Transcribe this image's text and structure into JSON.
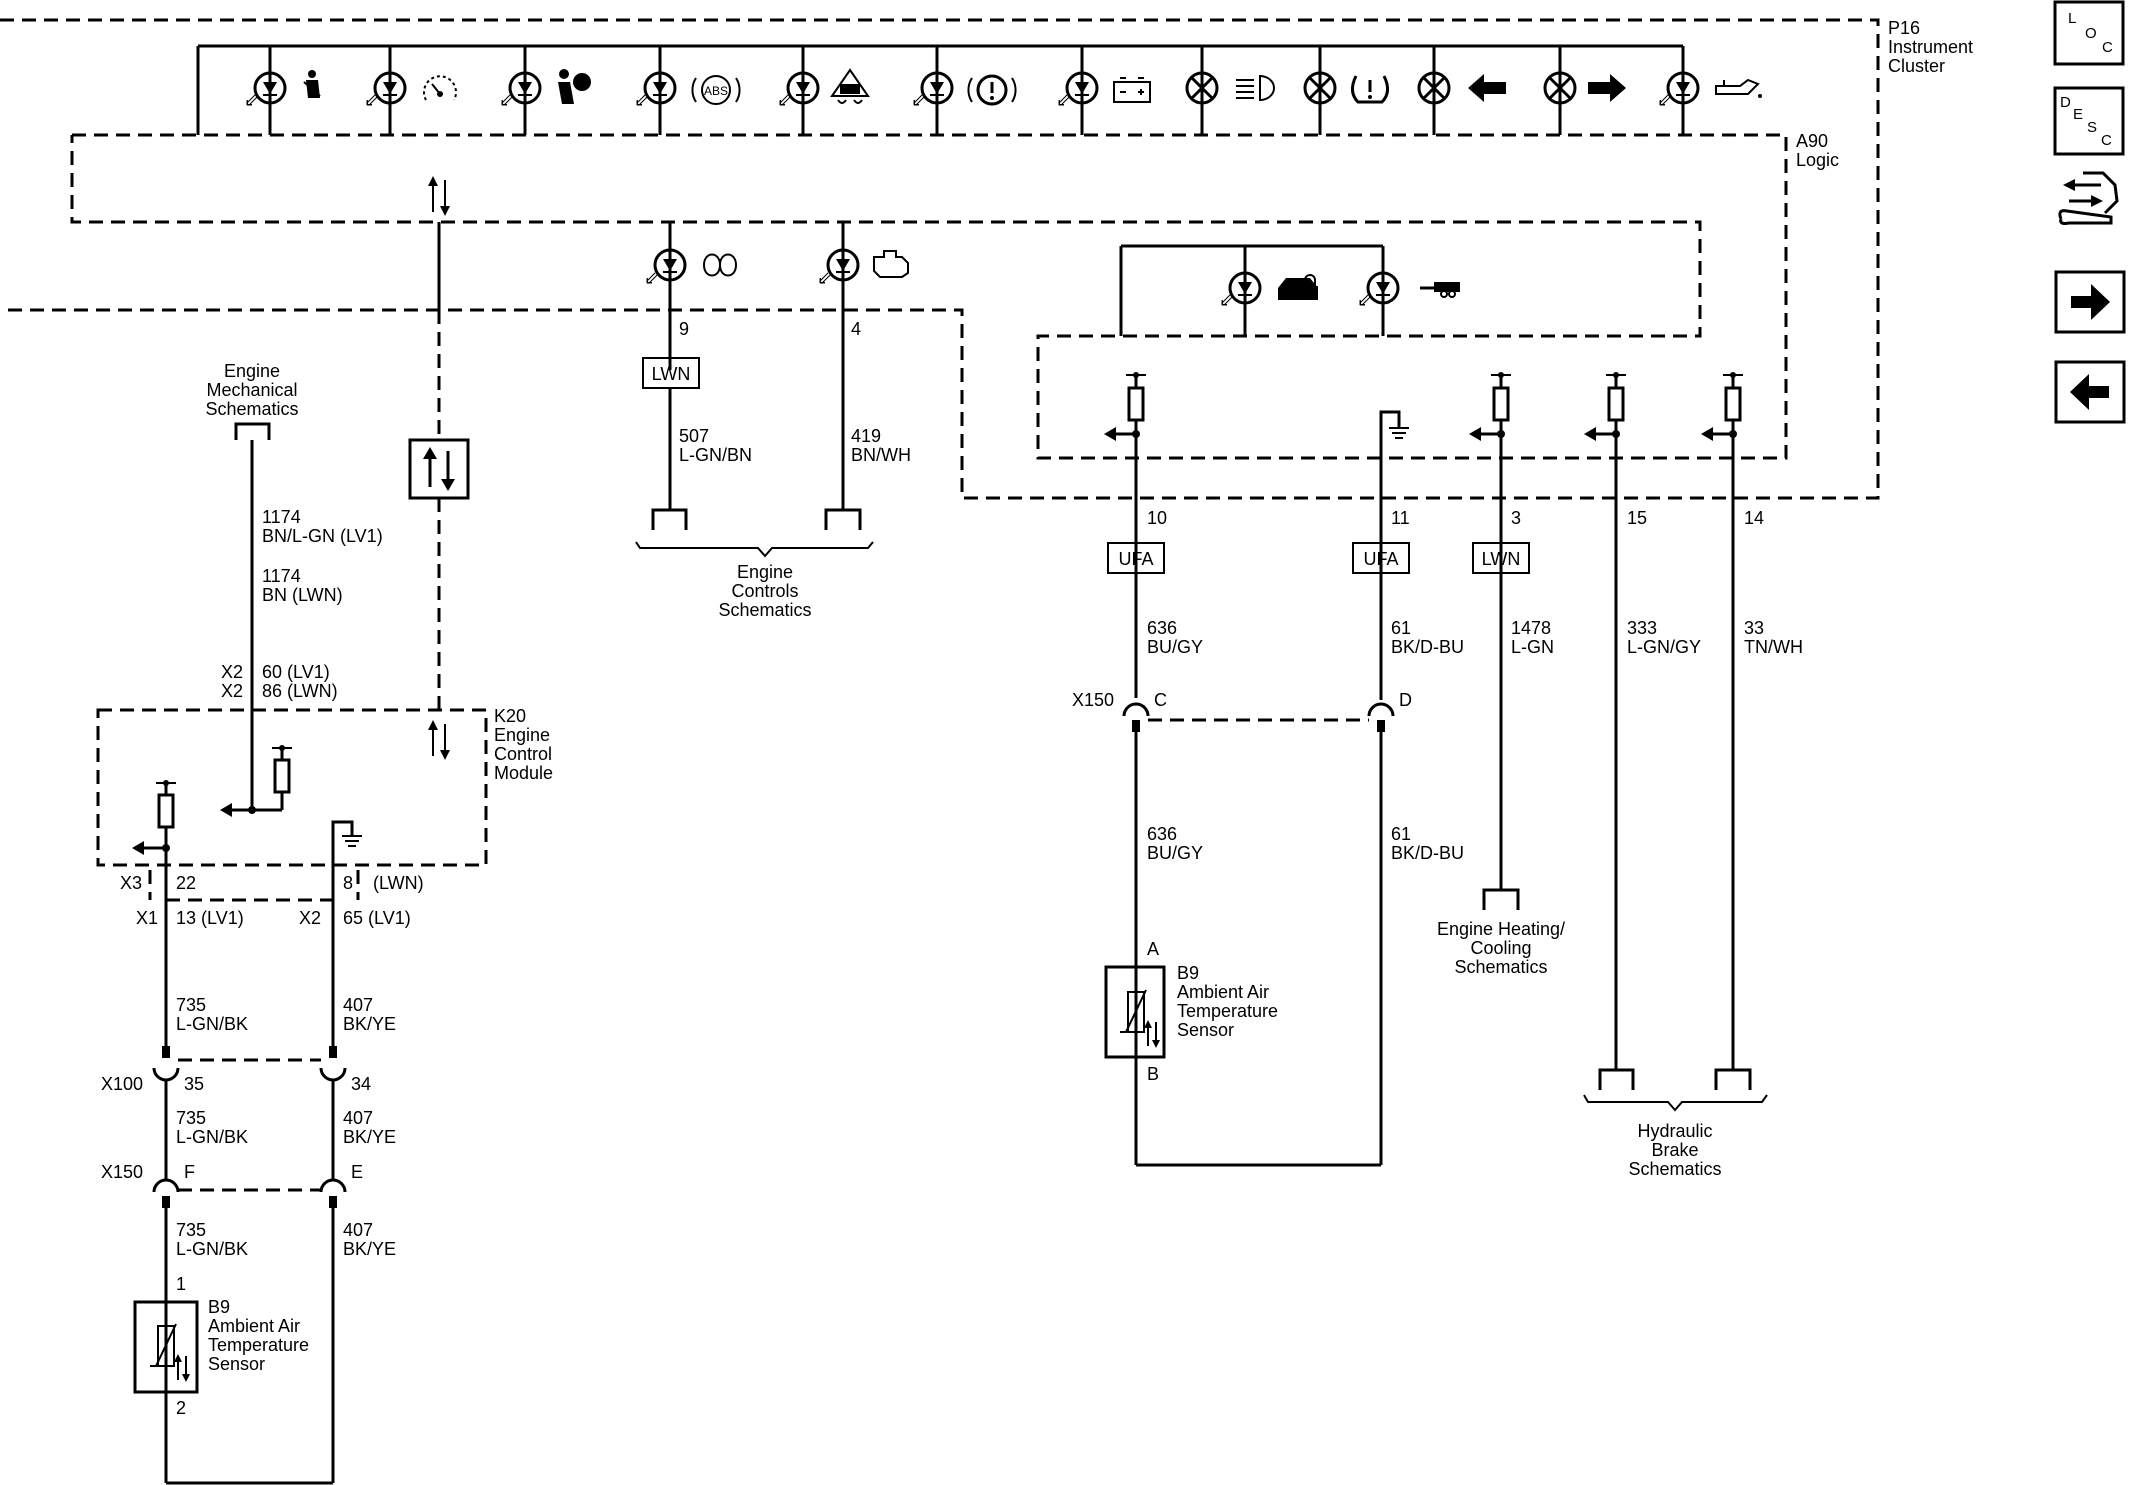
{
  "modules": {
    "p16": {
      "id": "P16",
      "name": [
        "Instrument",
        "Cluster"
      ]
    },
    "a90": {
      "id": "A90",
      "name": [
        "Logic"
      ]
    },
    "k20": {
      "id": "K20",
      "name": [
        "Engine",
        "Control",
        "Module"
      ]
    }
  },
  "refs": {
    "engine_mech": [
      "Engine",
      "Mechanical",
      "Schematics"
    ],
    "engine_controls": [
      "Engine",
      "Controls",
      "Schematics"
    ],
    "engine_heating": [
      "Engine Heating/",
      "Cooling",
      "Schematics"
    ],
    "hydraulic_brake": [
      "Hydraulic",
      "Brake",
      "Schematics"
    ]
  },
  "indicator_icons": [
    "seatbelt-icon",
    "speedometer-icon",
    "airbag-icon",
    "abs-icon",
    "traction-control-icon",
    "brake-warning-icon",
    "battery-icon",
    "headlamp-icon",
    "tire-pressure-icon",
    "turn-left-icon",
    "turn-right-icon",
    "oil-pressure-icon"
  ],
  "abs_text": "ABS",
  "left_circuit": {
    "ref_wires": [
      "1174",
      "BN/L-GN (LV1)",
      "1174",
      "BN    (LWN)"
    ],
    "ref_pins": [
      "X2",
      "60 (LV1)",
      "X2",
      "86 (LWN)"
    ],
    "pin_a": {
      "conn": "X3",
      "pin": "22",
      "conn2": "X1",
      "pin2": "13 (LV1)"
    },
    "pin_b": {
      "pin": "8",
      "note": "(LWN)",
      "conn2": "X2",
      "pin2": "65 (LV1)"
    },
    "wire_a": {
      "circuit": "735",
      "color": "L-GN/BK"
    },
    "wire_b": {
      "circuit": "407",
      "color": "BK/YE"
    },
    "x100": {
      "name": "X100",
      "pin_a": "35",
      "pin_b": "34"
    },
    "x150": {
      "name": "X150",
      "pin_a": "F",
      "pin_b": "E"
    },
    "sensor": {
      "id": "B9",
      "name": [
        "Ambient Air",
        "Temperature",
        "Sensor"
      ],
      "pin_top": "1",
      "pin_bottom": "2"
    }
  },
  "middle_circuits": [
    {
      "pin": "9",
      "option": "LWN",
      "circuit": "507",
      "color": "L-GN/BN"
    },
    {
      "pin": "4",
      "circuit": "419",
      "color": "BN/WH"
    }
  ],
  "right_circuits": [
    {
      "pin": "10",
      "option": "UFA",
      "circuit": "636",
      "color": "BU/GY"
    },
    {
      "pin": "11",
      "option": "UFA",
      "circuit": "61",
      "color": "BK/D-BU"
    },
    {
      "pin": "3",
      "option": "LWN",
      "circuit": "1478",
      "color": "L-GN"
    },
    {
      "pin": "15",
      "circuit": "333",
      "color": "L-GN/GY"
    },
    {
      "pin": "14",
      "circuit": "33",
      "color": "TN/WH"
    }
  ],
  "right_connector": {
    "name": "X150",
    "pin_a": "C",
    "pin_b": "D"
  },
  "right_lower": [
    {
      "circuit": "636",
      "color": "BU/GY"
    },
    {
      "circuit": "61",
      "color": "BK/D-BU"
    }
  ],
  "right_sensor": {
    "id": "B9",
    "name": [
      "Ambient Air",
      "Temperature",
      "Sensor"
    ],
    "pin_top": "A",
    "pin_bottom": "B"
  },
  "sidebar": {
    "loc": [
      "L",
      "O",
      "C"
    ],
    "desc": [
      "D",
      "E",
      "S",
      "C"
    ],
    "buttons": [
      "connector-view-icon",
      "next-page-icon",
      "previous-page-icon"
    ]
  }
}
